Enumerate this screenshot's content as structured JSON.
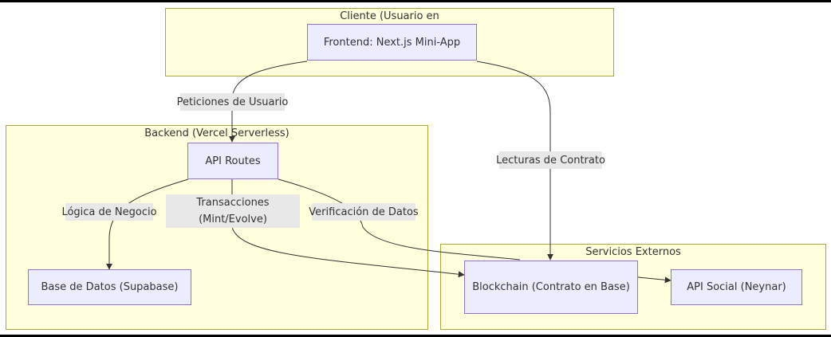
{
  "clusters": {
    "cliente": "Cliente (Usuario en",
    "backend": "Backend (Vercel Serverless)",
    "servicios": "Servicios Externos"
  },
  "nodes": {
    "frontend": "Frontend: Next.js Mini-App",
    "api_routes": "API Routes",
    "base_datos": "Base de Datos (Supabase)",
    "blockchain": "Blockchain (Contrato en Base)",
    "api_social": "API Social (Neynar)"
  },
  "edges": {
    "peticiones": "Peticiones de Usuario",
    "lecturas": "Lecturas de Contrato",
    "logica": "Lógica de Negocio",
    "transacciones": "Transacciones (Mint/Evolve)",
    "verificacion": "Verificación de Datos"
  },
  "colors": {
    "cluster_fill": "#ffffde",
    "cluster_border": "#aaaa33",
    "node_fill": "#ececff",
    "node_border": "#9370db",
    "edge": "#333333",
    "edge_label_bg": "#e8e8e8"
  }
}
